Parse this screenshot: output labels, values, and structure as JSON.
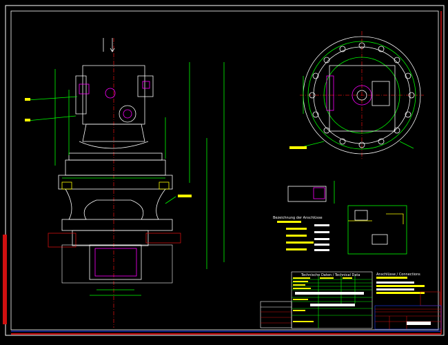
{
  "drawing": {
    "background": "#000000",
    "colors": {
      "frame": "#ffffff",
      "border": "#d01010",
      "outline": "#00ff00",
      "hidden": "#ffff00",
      "detail": "#ff00ff",
      "blue": "#2040ff",
      "cyan": "#00ffff"
    },
    "title_block": {
      "tech_data_title": "Technische Daten / Technical Data",
      "notes_title": "Anschlüsse / Connections"
    },
    "connections_legend_title": "Bezeichnung der Anschlüsse"
  }
}
